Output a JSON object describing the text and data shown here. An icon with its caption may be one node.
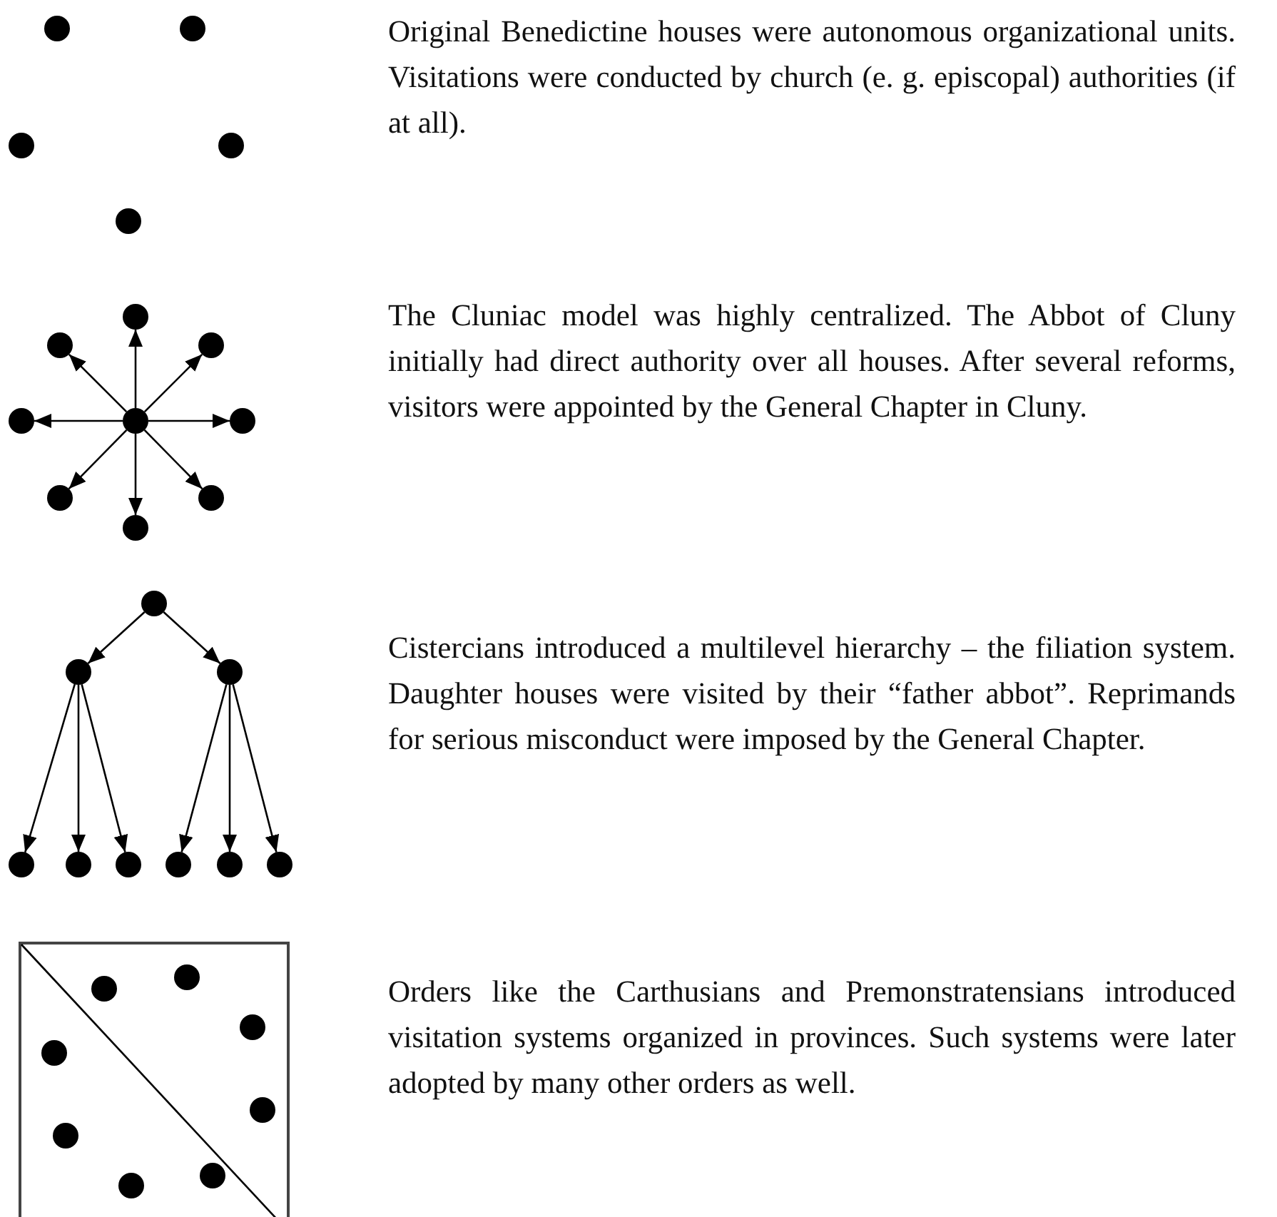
{
  "diagram": {
    "nodes": [
      {
        "text": [],
        "shape": "circle"
      },
      {
        "text": [],
        "shape": "circle"
      },
      {
        "text": [],
        "shape": "circle"
      },
      {
        "text": [],
        "shape": "circle"
      },
      {
        "text": [],
        "shape": "circle"
      },
      {
        "text": [],
        "shape": "circle"
      },
      {
        "text": [],
        "shape": "circle"
      },
      {
        "text": [],
        "shape": "circle"
      },
      {
        "text": [],
        "shape": "circle"
      },
      {
        "text": [],
        "shape": "circle"
      },
      {
        "text": [],
        "shape": "circle"
      },
      {
        "text": [],
        "shape": "circle"
      },
      {
        "text": [],
        "shape": "circle"
      },
      {
        "text": [],
        "shape": "circle"
      },
      {
        "text": [],
        "shape": "circle"
      },
      {
        "text": [],
        "shape": "circle"
      },
      {
        "text": [],
        "shape": "circle"
      },
      {
        "text": [],
        "shape": "circle"
      },
      {
        "text": [],
        "shape": "circle"
      },
      {
        "text": [],
        "shape": "circle"
      },
      {
        "text": [],
        "shape": "circle"
      },
      {
        "text": [],
        "shape": "circle"
      },
      {
        "text": [],
        "shape": "circle"
      },
      {
        "text": [],
        "shape": "box"
      },
      {
        "text": [],
        "shape": "circle",
        "in": 23
      },
      {
        "text": [],
        "shape": "circle",
        "in": 23
      },
      {
        "text": [],
        "shape": "circle",
        "in": 23
      },
      {
        "text": [],
        "shape": "circle",
        "in": 23
      },
      {
        "text": [],
        "shape": "circle",
        "in": 23
      },
      {
        "text": [],
        "shape": "circle",
        "in": 23
      },
      {
        "text": [],
        "shape": "circle",
        "in": 23
      },
      {
        "text": [],
        "shape": "circle",
        "in": 23
      }
    ],
    "edges": [
      {
        "from": 9,
        "to": 5,
        "arrow": "to"
      },
      {
        "from": 9,
        "to": 7,
        "arrow": "to"
      },
      {
        "from": 9,
        "to": 10,
        "arrow": "to"
      },
      {
        "from": 9,
        "to": 12,
        "arrow": "to"
      },
      {
        "from": 9,
        "to": 13,
        "arrow": "to"
      },
      {
        "from": 9,
        "to": 11,
        "arrow": "to"
      },
      {
        "from": 9,
        "to": 8,
        "arrow": "to"
      },
      {
        "from": 9,
        "to": 6,
        "arrow": "to"
      },
      {
        "from": 14,
        "to": 15,
        "arrow": "to"
      },
      {
        "from": 14,
        "to": 16,
        "arrow": "to"
      },
      {
        "from": 15,
        "to": 17,
        "arrow": "to"
      },
      {
        "from": 15,
        "to": 18,
        "arrow": "to"
      },
      {
        "from": 15,
        "to": 19,
        "arrow": "to"
      },
      {
        "from": 16,
        "to": 20,
        "arrow": "to"
      },
      {
        "from": 16,
        "to": 21,
        "arrow": "to"
      },
      {
        "from": 16,
        "to": 22,
        "arrow": "to"
      }
    ],
    "labels": [
      "Original Benedictine houses were autonomous organizational units. Visitations were conducted by church (e. g. episcopal) authorities (if at all).",
      "The Cluniac model was highly centralized. The Abbot of Cluny initially had direct authority over all houses. After several reforms, visitors were appointed by the General Chapter in Cluny.",
      "Cistercians introduced a multilevel hierarchy – the filiation system. Daughter houses were visited by their “father abbot”. Reprimands for serious misconduct were imposed by the General Chapter.",
      "Orders like the Carthusians and Premonstratensians introduced visitation systems organized in provinces. Such systems were later adopted by many other orders as well."
    ]
  }
}
